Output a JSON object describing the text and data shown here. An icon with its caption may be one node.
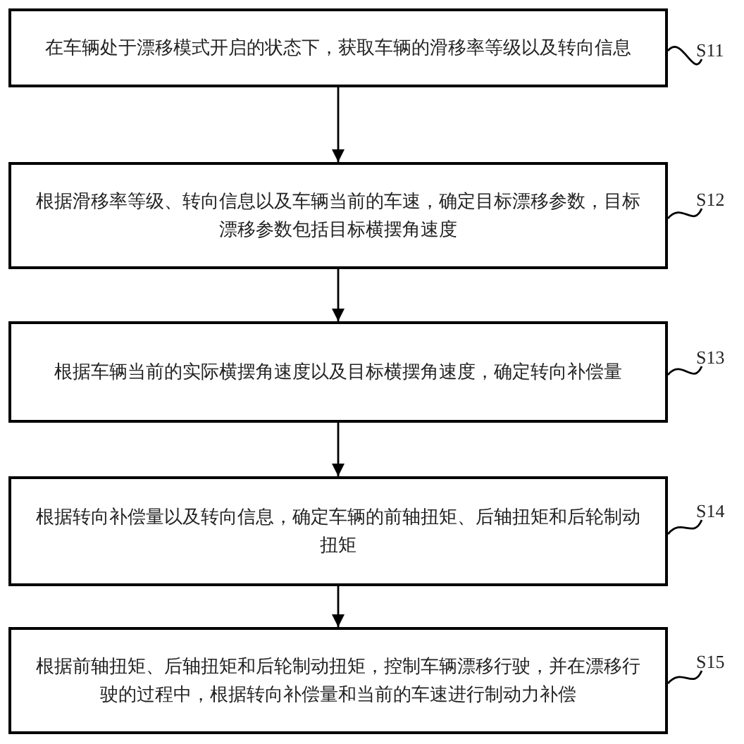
{
  "diagram": {
    "nodes": [
      {
        "text": [
          "在车辆处于漂移模式开启的状态下，获取车辆的滑移率等级以及转向信息"
        ]
      },
      {
        "text": [
          "根据滑移率等级、转向信息以及车辆当前的车速，确定目标漂移参数，目标漂移参数包括目标横摆角速度"
        ]
      },
      {
        "text": [
          "根据车辆当前的实际横摆角速度以及目标横摆角速度，确定转向补偿量"
        ]
      },
      {
        "text": [
          "根据转向补偿量以及转向信息，确定车辆的前轴扭矩、后轴扭矩和后轮制动扭矩"
        ]
      },
      {
        "text": [
          "根据前轴扭矩、后轴扭矩和后轮制动扭矩，控制车辆漂移行驶，并在漂移行驶的过程中，根据转向补偿量和当前的车速进行制动力补偿"
        ]
      },
      {
        "text": [
          "S11"
        ]
      },
      {
        "text": [
          "S12"
        ]
      },
      {
        "text": [
          "S13"
        ]
      },
      {
        "text": [
          "S14"
        ]
      },
      {
        "text": [
          "S15"
        ]
      }
    ],
    "edges": [
      {
        "from": 0,
        "to": 1,
        "arrow": "to"
      },
      {
        "from": 1,
        "to": 2,
        "arrow": "to"
      },
      {
        "from": 2,
        "to": 3,
        "arrow": "to"
      },
      {
        "from": 3,
        "to": 4,
        "arrow": "to"
      },
      {
        "from": 5,
        "to": 0,
        "arrow": "none"
      },
      {
        "from": 6,
        "to": 1,
        "arrow": "none"
      },
      {
        "from": 7,
        "to": 2,
        "arrow": "none"
      },
      {
        "from": 8,
        "to": 3,
        "arrow": "none"
      },
      {
        "from": 9,
        "to": 4,
        "arrow": "none"
      }
    ]
  }
}
